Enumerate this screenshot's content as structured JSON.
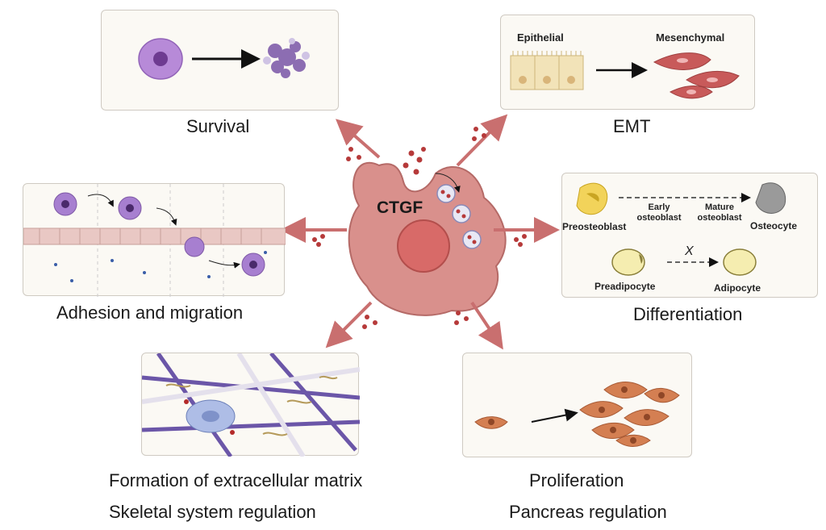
{
  "center": {
    "label": "CTGF"
  },
  "panels": {
    "survival": {
      "caption": "Survival"
    },
    "emt": {
      "caption": "EMT",
      "label_left": "Epithelial",
      "label_right": "Mesenchymal"
    },
    "adhesion": {
      "caption": "Adhesion and migration"
    },
    "differentiation": {
      "caption": "Differentiation",
      "preosteoblast": "Preosteoblast",
      "early_osteoblast": "Early osteoblast",
      "mature_osteoblast": "Mature osteoblast",
      "osteocyte": "Osteocyte",
      "preadipocyte": "Preadipocyte",
      "adipocyte": "Adipocyte",
      "blocked_mark": "X"
    },
    "ecm": {
      "caption_1": "Formation of extracellular matrix",
      "caption_2": "Skeletal system regulation"
    },
    "proliferation": {
      "caption_1": "Proliferation",
      "caption_2": "Pancreas regulation"
    }
  },
  "colors": {
    "arrow": "#c96f6f",
    "cell_body": "#d9908c",
    "nucleus": "#d86a68",
    "vesicle": "#b63a3a",
    "mesenchymal": "#c85a5a",
    "fibroblast": "#d47f52",
    "purple_cell": "#a77fd0",
    "matrix_fiber": "#6b56a8"
  }
}
